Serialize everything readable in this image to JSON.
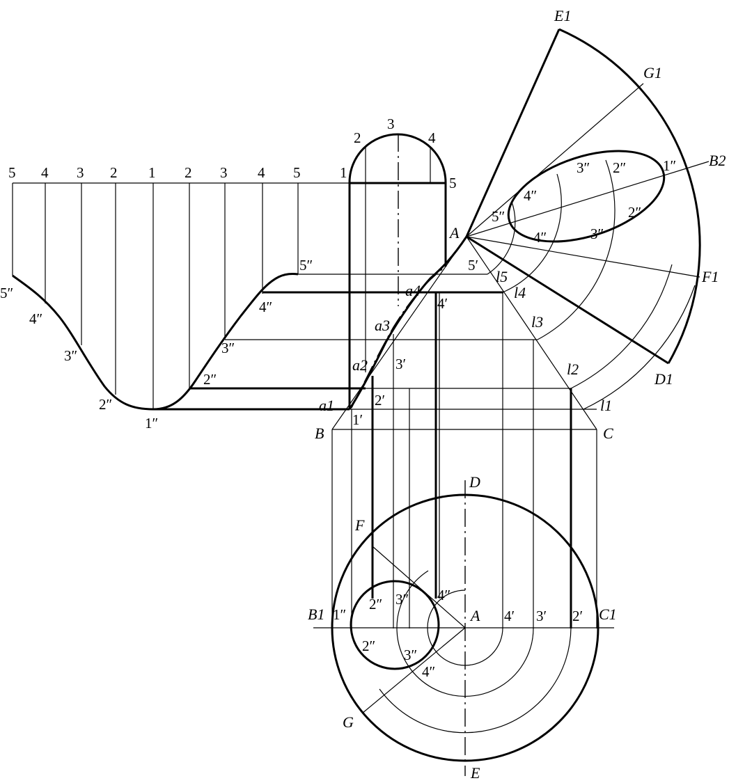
{
  "labels": {
    "dev_top": [
      "5",
      "4",
      "3",
      "2",
      "1",
      "2",
      "3",
      "4",
      "5"
    ],
    "dev_curve": [
      "5″",
      "4″",
      "3″",
      "2″",
      "1″",
      "2″",
      "3″",
      "4″",
      "5″"
    ],
    "front_top": [
      "1",
      "2",
      "3",
      "4",
      "5"
    ],
    "front_axis": [
      "a1",
      "a2",
      "a3",
      "a4",
      "1′",
      "2′",
      "3′",
      "4′",
      "5′"
    ],
    "cone": [
      "A",
      "B",
      "C",
      "l1",
      "l2",
      "l3",
      "l4",
      "l5"
    ],
    "fan": [
      "E1",
      "G1",
      "B2",
      "F1",
      "D1",
      "1″",
      "2″",
      "3″",
      "4″",
      "5″",
      "2″",
      "3″",
      "4″"
    ],
    "plan": [
      "D",
      "F",
      "B1",
      "C1",
      "A",
      "G",
      "E",
      "1″",
      "2″",
      "3″",
      "4″",
      "2″",
      "3″",
      "4″",
      "4′",
      "3′",
      "2′"
    ]
  }
}
